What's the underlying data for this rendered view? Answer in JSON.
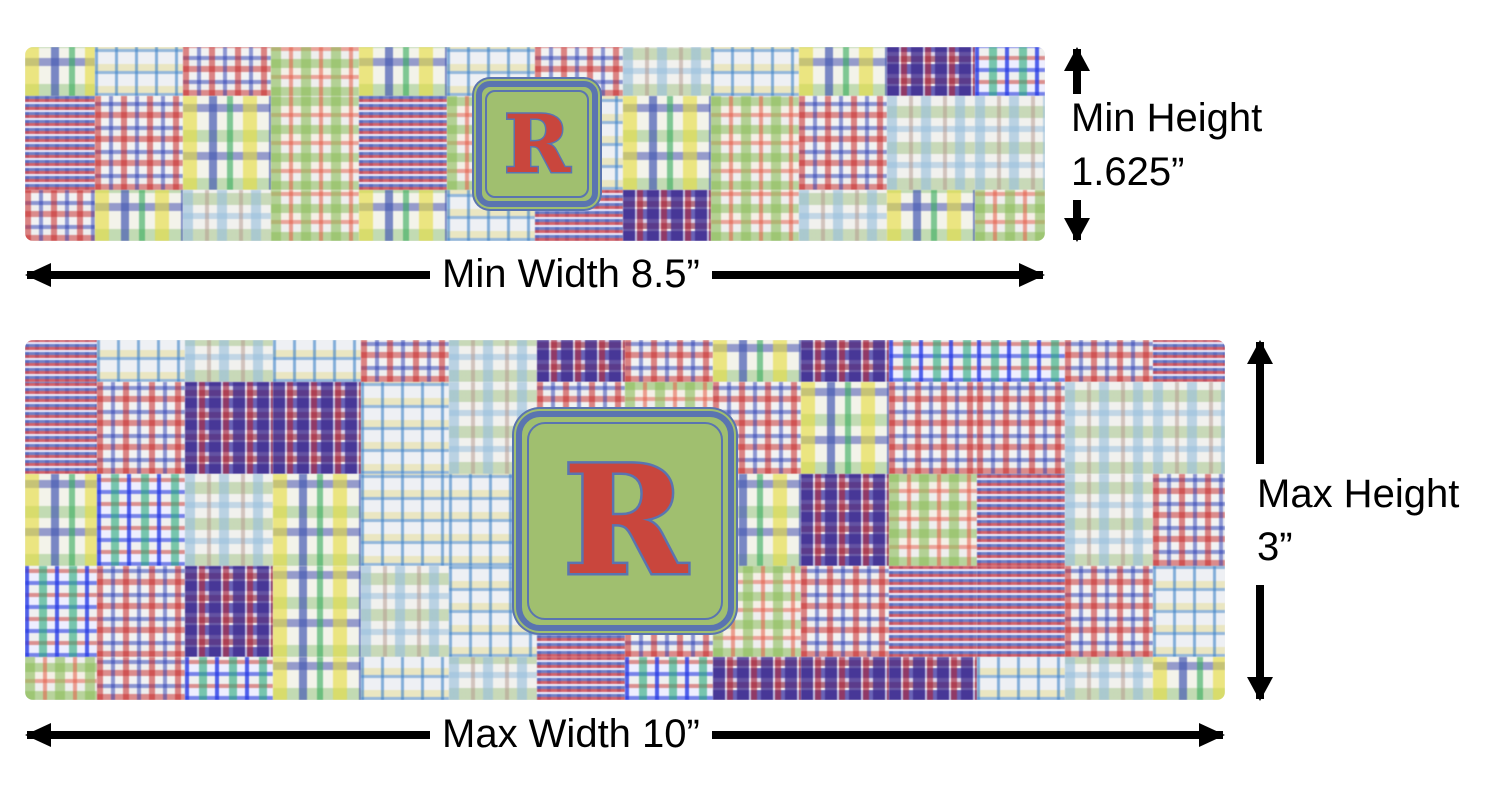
{
  "min": {
    "monogram_letter": "R",
    "width_label": "Min Width 8.5”",
    "height_label_line1": "Min Height",
    "height_label_line2": "1.625”"
  },
  "max": {
    "monogram_letter": "R",
    "width_label": "Max Width 10”",
    "height_label_line1": "Max Height",
    "height_label_line2": "3”"
  },
  "colors": {
    "monogram_fill": "#a0bf6f",
    "monogram_border": "#5a74b0",
    "letter": "#c9463d"
  }
}
